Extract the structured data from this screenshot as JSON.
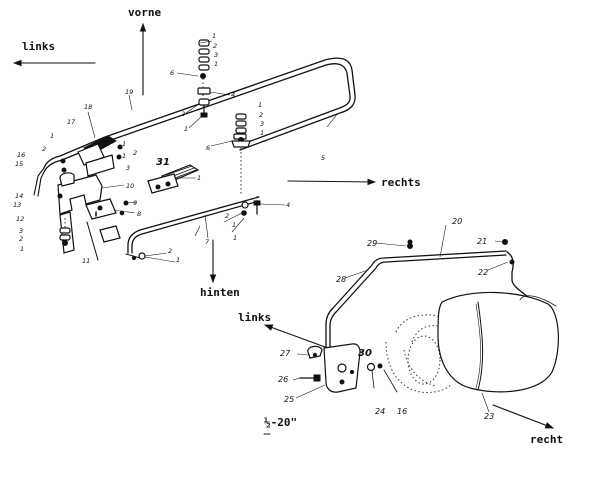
{
  "directions": {
    "vorne": "vorne",
    "links_top": "links",
    "rechts": "rechts",
    "hinten": "hinten",
    "links_bottom": "links",
    "recht": "recht"
  },
  "model_note": "½-20\"",
  "part_numbers": {
    "n1": "1",
    "n2": "2",
    "n3": "3",
    "n4": "4",
    "n5": "5",
    "n6": "6",
    "n7": "7",
    "n8": "8",
    "n9": "9",
    "n10": "10",
    "n11": "11",
    "n12": "12",
    "n13": "13",
    "n14": "14",
    "n15": "15",
    "n16": "16",
    "n17": "17",
    "n18": "18",
    "n19": "19",
    "n20": "20",
    "n21": "21",
    "n22": "22",
    "n23": "23",
    "n24": "24",
    "n25": "25",
    "n26": "26",
    "n27": "27",
    "n28": "28",
    "n29": "29",
    "n30": "30",
    "n31": "31"
  }
}
